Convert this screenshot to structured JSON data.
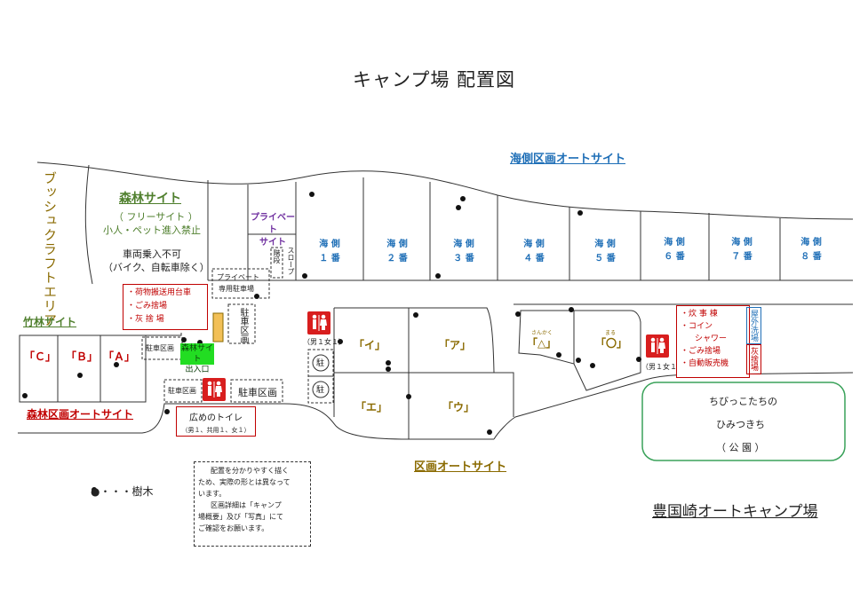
{
  "title": "キャンプ場  配置図",
  "zones": {
    "bush": "ブッシュクラフトエリア",
    "forest_title": "森林サイト",
    "forest_free": "（ フリーサイト ）",
    "forest_rule": "小人・ペット進入禁止",
    "vehicle_rule1": "車両乗入不可",
    "vehicle_rule2": "（バイク、自転車除く）",
    "bamboo_title": "竹林サイト",
    "forest_auto_title": "森林区画オートサイト",
    "sea_auto_title": "海側区画オートサイト",
    "auto_title": "区画オートサイト",
    "private": "プライベート\nサイト",
    "stairs": "階段",
    "slope": "スロープ",
    "private_parking_1": "プライベート",
    "private_parking_2": "専用駐車場",
    "parking_area_v": "駐車区画",
    "parking_area": "駐車区画",
    "parking_area_small": "駐車区画",
    "parking_area_small2": "駐車区画",
    "forest_entrance_1": "森林サイト",
    "forest_entrance_2": "出入口",
    "park_mark": "駐",
    "park_1": "ちびっこたちの",
    "park_2": "ひみつきち",
    "park_3": "（ 公 園 ）",
    "outdoor_wash": "屋外洗場",
    "ash": "灰捨場",
    "tree_legend": "●・・・樹木",
    "brand": "豊国崎オートキャンプ場"
  },
  "sea_sites": [
    {
      "label": "海 側",
      "num": "１ 番"
    },
    {
      "label": "海 側",
      "num": "２ 番"
    },
    {
      "label": "海 側",
      "num": "３ 番"
    },
    {
      "label": "海 側",
      "num": "４ 番"
    },
    {
      "label": "海 側",
      "num": "５ 番"
    },
    {
      "label": "海 側",
      "num": "６ 番"
    },
    {
      "label": "海 側",
      "num": "７ 番"
    },
    {
      "label": "海 側",
      "num": "８ 番"
    }
  ],
  "bamboo_sites": [
    "「Ｃ」",
    "「Ｂ」",
    "「Ａ」"
  ],
  "auto_sites": {
    "i": "「イ」",
    "a": "「ア」",
    "e": "「エ」",
    "u": "「ウ」",
    "sankaku": "「△」",
    "sankaku_ruby": "さんかく",
    "maru": "「〇」",
    "maru_ruby": "まる"
  },
  "facilities_box": [
    "・荷物搬送用台車",
    "・ごみ捨場",
    "・灰 捨 場"
  ],
  "kitchen_box": [
    "・炊 事 棟",
    "・コイン",
    "シャワー",
    "・ごみ捨場",
    "・自動販売機"
  ],
  "toilets": {
    "wide": "広めのトイレ",
    "wide_detail": "（男１、共用１、女１）",
    "t1": "（男１女１）",
    "t2": "（男１女１）"
  },
  "note": [
    "配置を分かりやすく描く",
    "ため、実際の形とは異なって",
    "います。",
    "区画詳細は「キャンプ",
    "場概要」及び「写真」にて",
    "ご確認をお願います。"
  ],
  "colors": {
    "green": "#4f7f2d",
    "blue": "#1f6fb7",
    "red": "#c00000",
    "olive": "#8a6a00",
    "purple": "#7030a0"
  }
}
